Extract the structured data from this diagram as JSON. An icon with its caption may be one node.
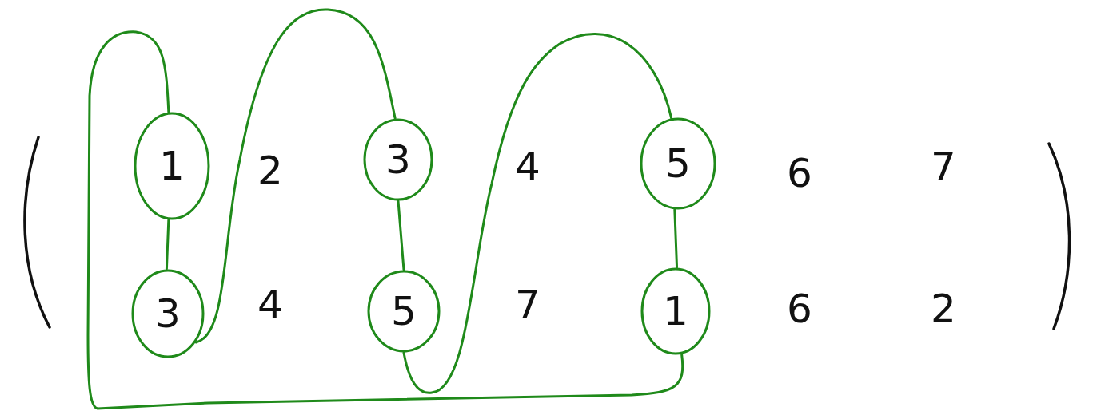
{
  "diagram": {
    "nodes": [
      {
        "text": [
          "1"
        ]
      },
      {
        "text": [
          "3"
        ]
      },
      {
        "text": [
          "5"
        ]
      },
      {
        "text": [
          "3"
        ]
      },
      {
        "text": [
          "5"
        ]
      },
      {
        "text": [
          "1"
        ]
      }
    ],
    "edges": [
      {
        "from": 0,
        "to": 3,
        "arrow": "none"
      },
      {
        "from": 3,
        "to": 1,
        "arrow": "none"
      },
      {
        "from": 1,
        "to": 4,
        "arrow": "none"
      },
      {
        "from": 4,
        "to": 2,
        "arrow": "none"
      },
      {
        "from": 2,
        "to": 5,
        "arrow": "none"
      },
      {
        "from": 5,
        "to": 0,
        "arrow": "none"
      }
    ],
    "labels": [
      "2",
      "4",
      "6",
      "7",
      "4",
      "7",
      "6",
      "2"
    ]
  }
}
